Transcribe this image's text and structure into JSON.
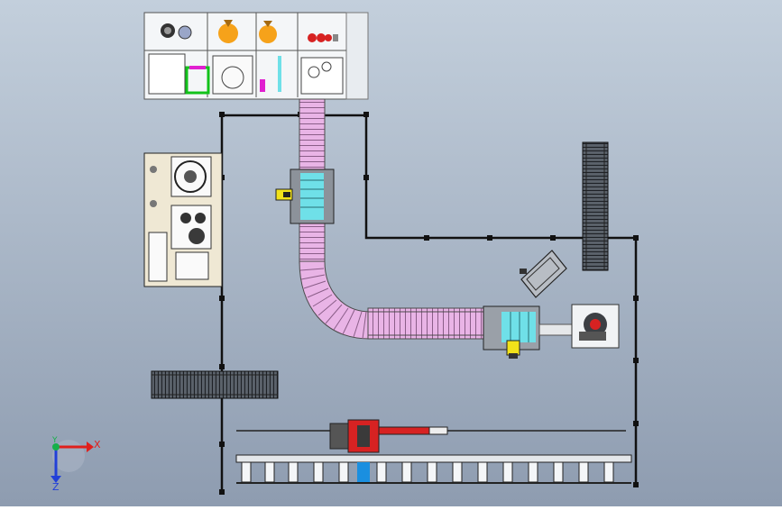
{
  "viewport": {
    "background_top": "#c3cfdc",
    "background_bottom": "#8e9cb0"
  },
  "triad": {
    "x_label": "X",
    "y_label": "Y",
    "z_label": "Z",
    "colors": {
      "x": "#e0201c",
      "y": "#16b04a",
      "z": "#2240d8"
    }
  },
  "colors": {
    "conveyor_pink": "#e9b4e6",
    "conveyor_dark": "#3a3f46",
    "frame_line": "#111111",
    "cabinet_beige": "#efe8d4",
    "accent_orange": "#f6a21a",
    "accent_yellow": "#f2e21a",
    "accent_red": "#d72222",
    "accent_cyan": "#6fe0e8",
    "accent_blue": "#1a8fe0",
    "accent_green": "#12c21a",
    "accent_magenta": "#e020d0"
  }
}
